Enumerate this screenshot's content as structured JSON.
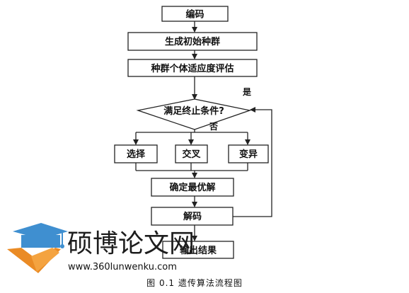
{
  "flow": {
    "step_encode": "编码",
    "step_init": "生成初始种群",
    "step_eval": "种群个体适应度评估",
    "decision": "满足终止条件?",
    "yes_label": "是",
    "no_label": "否",
    "op_select": "选择",
    "op_cross": "交叉",
    "op_mutate": "变异",
    "step_best": "确定最优解",
    "step_decode": "解码",
    "step_output": "输出结果"
  },
  "watermark": {
    "name": "硕博论文网",
    "url": "www.360lunwenku.com"
  },
  "caption": "图 0.1 遗传算法流程图",
  "colors": {
    "logo_blue": "#3f8fd0",
    "logo_orange": "#ea8b25",
    "line": "#222222"
  }
}
